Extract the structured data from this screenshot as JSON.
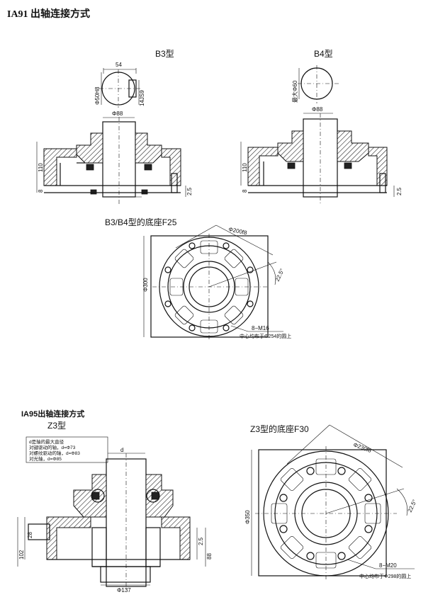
{
  "main_title": "IA91 出轴连接方式",
  "b3": {
    "label": "B3型",
    "dim_54": "54",
    "dim_phi50": "Φ50H8",
    "dim_14js9": "14JS9",
    "dim_phi88": "Φ88",
    "dim_110": "110",
    "dim_8": "8",
    "dim_25": "2.5"
  },
  "b4": {
    "label": "B4型",
    "dim_phi60": "最大Φ60",
    "dim_phi88": "Φ88",
    "dim_110": "110",
    "dim_8": "8",
    "dim_25": "2.5"
  },
  "f25": {
    "label": "B3/B4型的底座F25",
    "dim_200": "Φ200f8",
    "dim_300": "Φ300",
    "angle": "22.5°",
    "bolt": "8−M16",
    "bolt_note": "中心均布于Φ254的圆上"
  },
  "ia95_title": "IA95出轴连接方式",
  "z3": {
    "label": "Z3型",
    "note_lines": [
      "d是轴的最大直径",
      "对键驱动的轴，d=Φ73",
      "对螺纹驱动的轴，d=Φ83",
      "对光轴，d=Φ85"
    ],
    "dim_d": "d",
    "dim_28": "28",
    "dim_102": "102",
    "dim_88": "88",
    "dim_25": "2.5",
    "dim_phi137": "Φ137"
  },
  "f30": {
    "label": "Z3型的底座F30",
    "dim_230": "Φ230f8",
    "dim_350": "Φ350",
    "angle": "22.5°",
    "bolt": "8−M20",
    "bolt_note": "中心均布于Φ298的圆上"
  }
}
